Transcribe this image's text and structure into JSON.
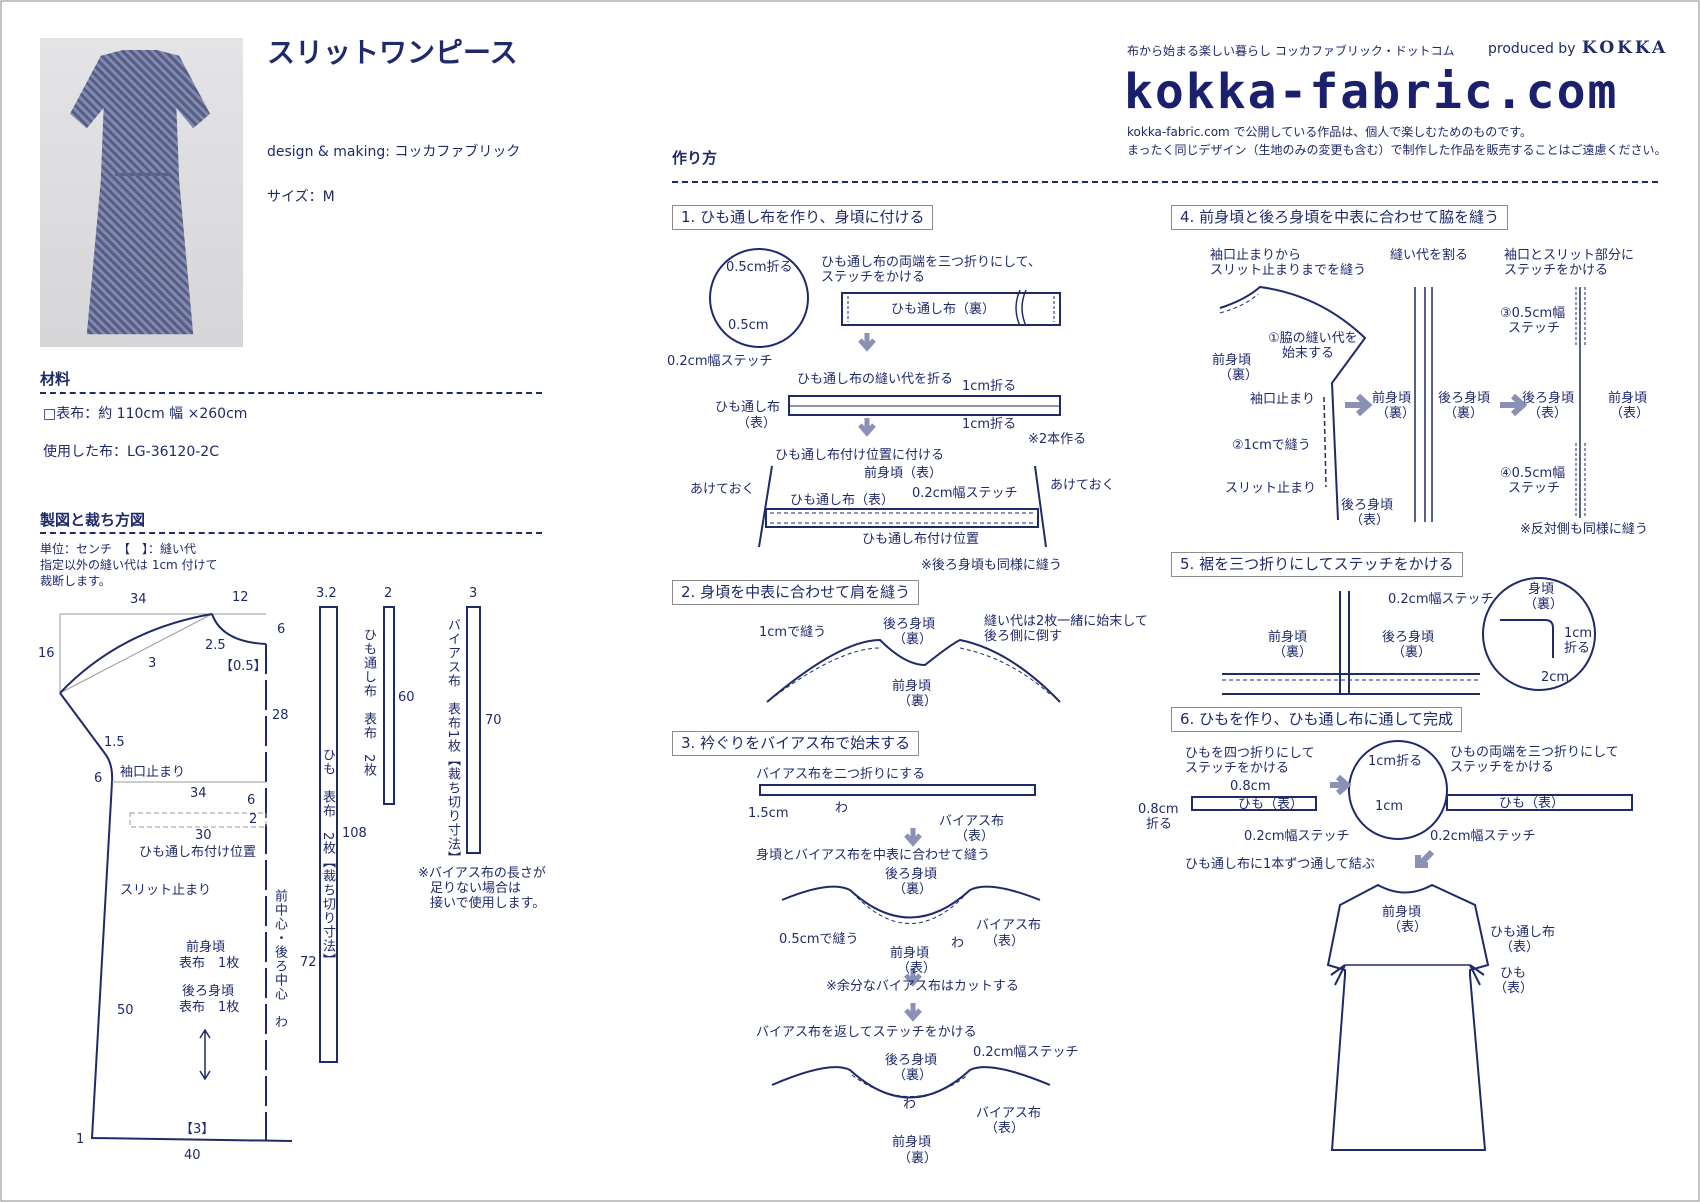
{
  "header": {
    "title": "スリットワンピース",
    "design": "design & making: コッカファブリック",
    "size": "サイズ：M",
    "tagline": "布から始まる楽しい暮らし コッカファブリック・ドットコム",
    "produced_by": "produced by",
    "brand": "KOKKA",
    "logo": "kokka-fabric.com",
    "notice1": "kokka-fabric.com で公開している作品は、個人で楽しむためのものです。",
    "notice2": "まったく同じデザイン（生地のみの変更も含む）で制作した作品を販売することはご遠慮ください。"
  },
  "materials": {
    "heading": "材料",
    "fabric": "□表布：約 110cm 幅 ×260cm",
    "used": "使用した布：LG-36120-2C"
  },
  "pattern": {
    "heading": "製図と裁ち方図",
    "note": [
      "単位：センチ　【　】：縫い代",
      "指定以外の縫い代は 1cm 付けて",
      "裁断します。"
    ],
    "d34a": "34",
    "d12": "12",
    "d6a": "6",
    "d16": "16",
    "d25": "2.5",
    "d3": "3",
    "d05": "【0.5】",
    "d28": "28",
    "d15": "1.5",
    "d6b": "6",
    "sleeve_stop": "袖口止まり",
    "d34b": "34",
    "d6c": "6",
    "d2": "2",
    "d30": "30",
    "casing_pos": "ひも通し布付け位置",
    "slit_stop": "スリット止まり",
    "center": "前中心・後ろ中心　わ",
    "d72": "72",
    "front": [
      "前身頃",
      "表布　1枚"
    ],
    "back": [
      "後ろ身頃",
      "表布　1枚"
    ],
    "d50": "50",
    "d3b": "【3】",
    "d1": "1",
    "d40": "40",
    "tie": {
      "w": "3.2",
      "label": "ひも　表布　2枚【裁ち切り寸法】",
      "len": "108"
    },
    "casing": {
      "w": "2",
      "label": "ひも通し布　表布　2枚",
      "len": "60"
    },
    "bias": {
      "w": "3",
      "label": "バイアス布　表布1枚【裁ち切り寸法】",
      "len": "70",
      "note": [
        "※バイアス布の長さが",
        "足りない場合は",
        "接いで使用します。"
      ]
    }
  },
  "steps": {
    "heading": "作り方",
    "s1": {
      "title": "1. ひも通し布を作り、身頃に付ける",
      "fold05": "0.5cm折る",
      "w05": "0.5cm",
      "stitch02": "0.2cm幅ステッチ",
      "instr": [
        "ひも通し布の両端を三つ折りにして、",
        "ステッチをかける"
      ],
      "casing_wrong": "ひも通し布（裏）",
      "fold_allow": "ひも通し布の縫い代を折る",
      "fold1a": "1cm折る",
      "fold1b": "1cm折る",
      "casing_right": [
        "ひも通し布",
        "（表）"
      ],
      "make2": "※2本作る",
      "attach": "ひも通し布付け位置に付ける",
      "front_right": "前身頃（表）",
      "leave_open_l": "あけておく",
      "leave_open_r": "あけておく",
      "casing_right2": "ひも通し布（表）",
      "stitch02b": "0.2cm幅ステッチ",
      "casing_pos": "ひも通し布付け位置",
      "back_same": "※後ろ身頃も同様に縫う"
    },
    "s2": {
      "title": "2. 身頃を中表に合わせて肩を縫う",
      "sew1": "1cmで縫う",
      "back": [
        "後ろ身頃",
        "（裏）"
      ],
      "allow": [
        "縫い代は2枚一緒に始末して",
        "後ろ側に倒す"
      ],
      "front": [
        "前身頃",
        "（裏）"
      ]
    },
    "s3": {
      "title": "3. 衿ぐりをバイアス布で始末する",
      "fold": "バイアス布を二つ折りにする",
      "w15": "1.5cm",
      "wa1": "わ",
      "bias1": [
        "バイアス布",
        "（表）"
      ],
      "sew": "身頃とバイアス布を中表に合わせて縫う",
      "back1": [
        "後ろ身頃",
        "（裏）"
      ],
      "sew05": "0.5cmで縫う",
      "front1": [
        "前身頃",
        "（表）"
      ],
      "wa2": "わ",
      "bias2": [
        "バイアス布",
        "（表）"
      ],
      "cut": "※余分なバイアス布はカットする",
      "turn": "バイアス布を返してステッチをかける",
      "back2": [
        "後ろ身頃",
        "（裏）"
      ],
      "stitch02": "0.2cm幅ステッチ",
      "wa3": "わ",
      "bias3": [
        "バイアス布",
        "（表）"
      ],
      "front2": [
        "前身頃",
        "（裏）"
      ]
    },
    "s4": {
      "title": "4. 前身頃と後ろ身頃を中表に合わせて脇を縫う",
      "c1": [
        "袖口止まりから",
        "スリット止まりまでを縫う"
      ],
      "c2": "縫い代を割る",
      "c3": [
        "袖口とスリット部分に",
        "ステッチをかける"
      ],
      "finish": [
        "①脇の縫い代を",
        "始末する"
      ],
      "front_wrong": [
        "前身頃",
        "（裏）"
      ],
      "sleeve_stop": "袖口止まり",
      "sew1": "②1cmで縫う",
      "slit_stop": "スリット止まり",
      "back_right": [
        "後ろ身頃",
        "（表）"
      ],
      "front_wrong2": [
        "前身頃",
        "（裏）"
      ],
      "back_wrong2": [
        "後ろ身頃",
        "（裏）"
      ],
      "st3": [
        "③0.5cm幅",
        "ステッチ"
      ],
      "back_right3": [
        "後ろ身頃",
        "（表）"
      ],
      "front_right3": [
        "前身頃",
        "（表）"
      ],
      "st4": [
        "④0.5cm幅",
        "ステッチ"
      ],
      "other_side": "※反対側も同様に縫う"
    },
    "s5": {
      "title": "5. 裾を三つ折りにしてステッチをかける",
      "stitch02": "0.2cm幅ステッチ",
      "body": [
        "身頃",
        "（裏）"
      ],
      "fold1": [
        "1cm",
        "折る"
      ],
      "w2": "2cm",
      "front": [
        "前身頃",
        "（裏）"
      ],
      "back": [
        "後ろ身頃",
        "（裏）"
      ]
    },
    "s6": {
      "title": "6. ひもを作り、ひも通し布に通して完成",
      "fold4": [
        "ひもを四つ折りにして",
        "ステッチをかける"
      ],
      "w08": "0.8cm",
      "fold08": [
        "0.8cm",
        "折る"
      ],
      "tie1": "ひも（表）",
      "stitch02a": "0.2cm幅ステッチ",
      "fold1": "1cm折る",
      "w1": "1cm",
      "ends": [
        "ひもの両端を三つ折りにして",
        "ステッチをかける"
      ],
      "tie2": "ひも（表）",
      "stitch02b": "0.2cm幅ステッチ",
      "thread": "ひも通し布に1本ずつ通して結ぶ",
      "front": [
        "前身頃",
        "（表）"
      ],
      "casing": [
        "ひも通し布",
        "（表）"
      ],
      "tie3": [
        "ひも",
        "（表）"
      ]
    }
  }
}
